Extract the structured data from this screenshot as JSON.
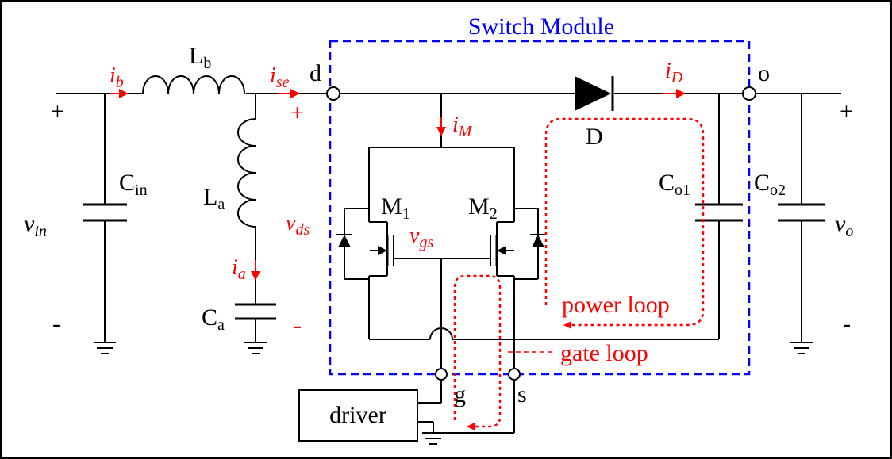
{
  "labels": {
    "switch_module": "Switch Module",
    "Lb": {
      "base": "L",
      "sub": "b"
    },
    "La": {
      "base": "L",
      "sub": "a"
    },
    "Cin": {
      "base": "C",
      "sub": "in"
    },
    "Ca": {
      "base": "C",
      "sub": "a"
    },
    "Co1": {
      "base": "C",
      "sub": "o1"
    },
    "Co2": {
      "base": "C",
      "sub": "o2"
    },
    "M1": {
      "base": "M",
      "sub": "1"
    },
    "M2": {
      "base": "M",
      "sub": "2"
    },
    "D": "D",
    "node_d": "d",
    "node_o": "o",
    "node_g": "g",
    "node_s": "s",
    "driver": "driver",
    "vin": {
      "base": "v",
      "sub": "in"
    },
    "vo": {
      "base": "v",
      "sub": "o"
    },
    "vds": {
      "base": "v",
      "sub": "ds"
    },
    "vgs": {
      "base": "v",
      "sub": "gs"
    },
    "ib": {
      "base": "i",
      "sub": "b"
    },
    "ise": {
      "base": "i",
      "sub": "se"
    },
    "iM": {
      "base": "i",
      "sub": "M"
    },
    "iD": {
      "base": "i",
      "sub": "D"
    },
    "ia": {
      "base": "i",
      "sub": "a"
    },
    "power_loop": "power loop",
    "gate_loop": "gate loop",
    "plus": "+",
    "minus": "-"
  },
  "colors": {
    "module_border": "#0000ff",
    "annotation": "#ff0000",
    "wire": "#000000"
  }
}
